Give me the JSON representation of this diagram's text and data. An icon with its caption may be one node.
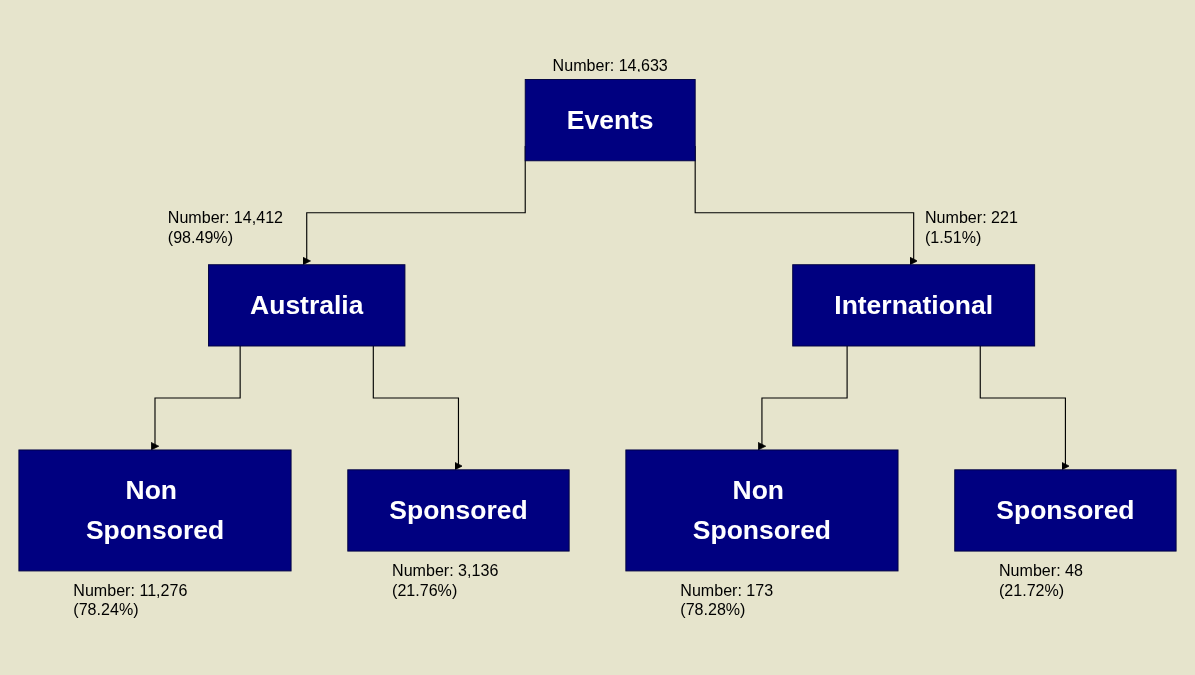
{
  "diagram": {
    "nodes": [
      {
        "text": [
          "Events"
        ],
        "beside": [
          "Number: 14,633"
        ]
      },
      {
        "text": [
          "Australia"
        ],
        "beside": [
          "Number: 14,412 (98.49%)"
        ]
      },
      {
        "text": [
          "International"
        ],
        "beside": [
          "Number: 221 (1.51%)"
        ]
      },
      {
        "text": [
          "Non Sponsored"
        ],
        "beside": [
          "Number: 11,276 (78.24%)"
        ]
      },
      {
        "text": [
          "Sponsored"
        ],
        "beside": [
          "Number: 3,136 (21.76%)"
        ]
      },
      {
        "text": [
          "Non Sponsored"
        ],
        "beside": [
          "Number: 173 (78.28%)"
        ]
      },
      {
        "text": [
          "Sponsored"
        ],
        "beside": [
          "Number: 48 (21.72%)"
        ]
      }
    ],
    "edges": [
      {
        "from": 0,
        "to": 1,
        "arrow": "to"
      },
      {
        "from": 0,
        "to": 2,
        "arrow": "to"
      },
      {
        "from": 1,
        "to": 3,
        "arrow": "to"
      },
      {
        "from": 1,
        "to": 4,
        "arrow": "to"
      },
      {
        "from": 2,
        "to": 5,
        "arrow": "to"
      },
      {
        "from": 2,
        "to": 6,
        "arrow": "to"
      }
    ]
  }
}
